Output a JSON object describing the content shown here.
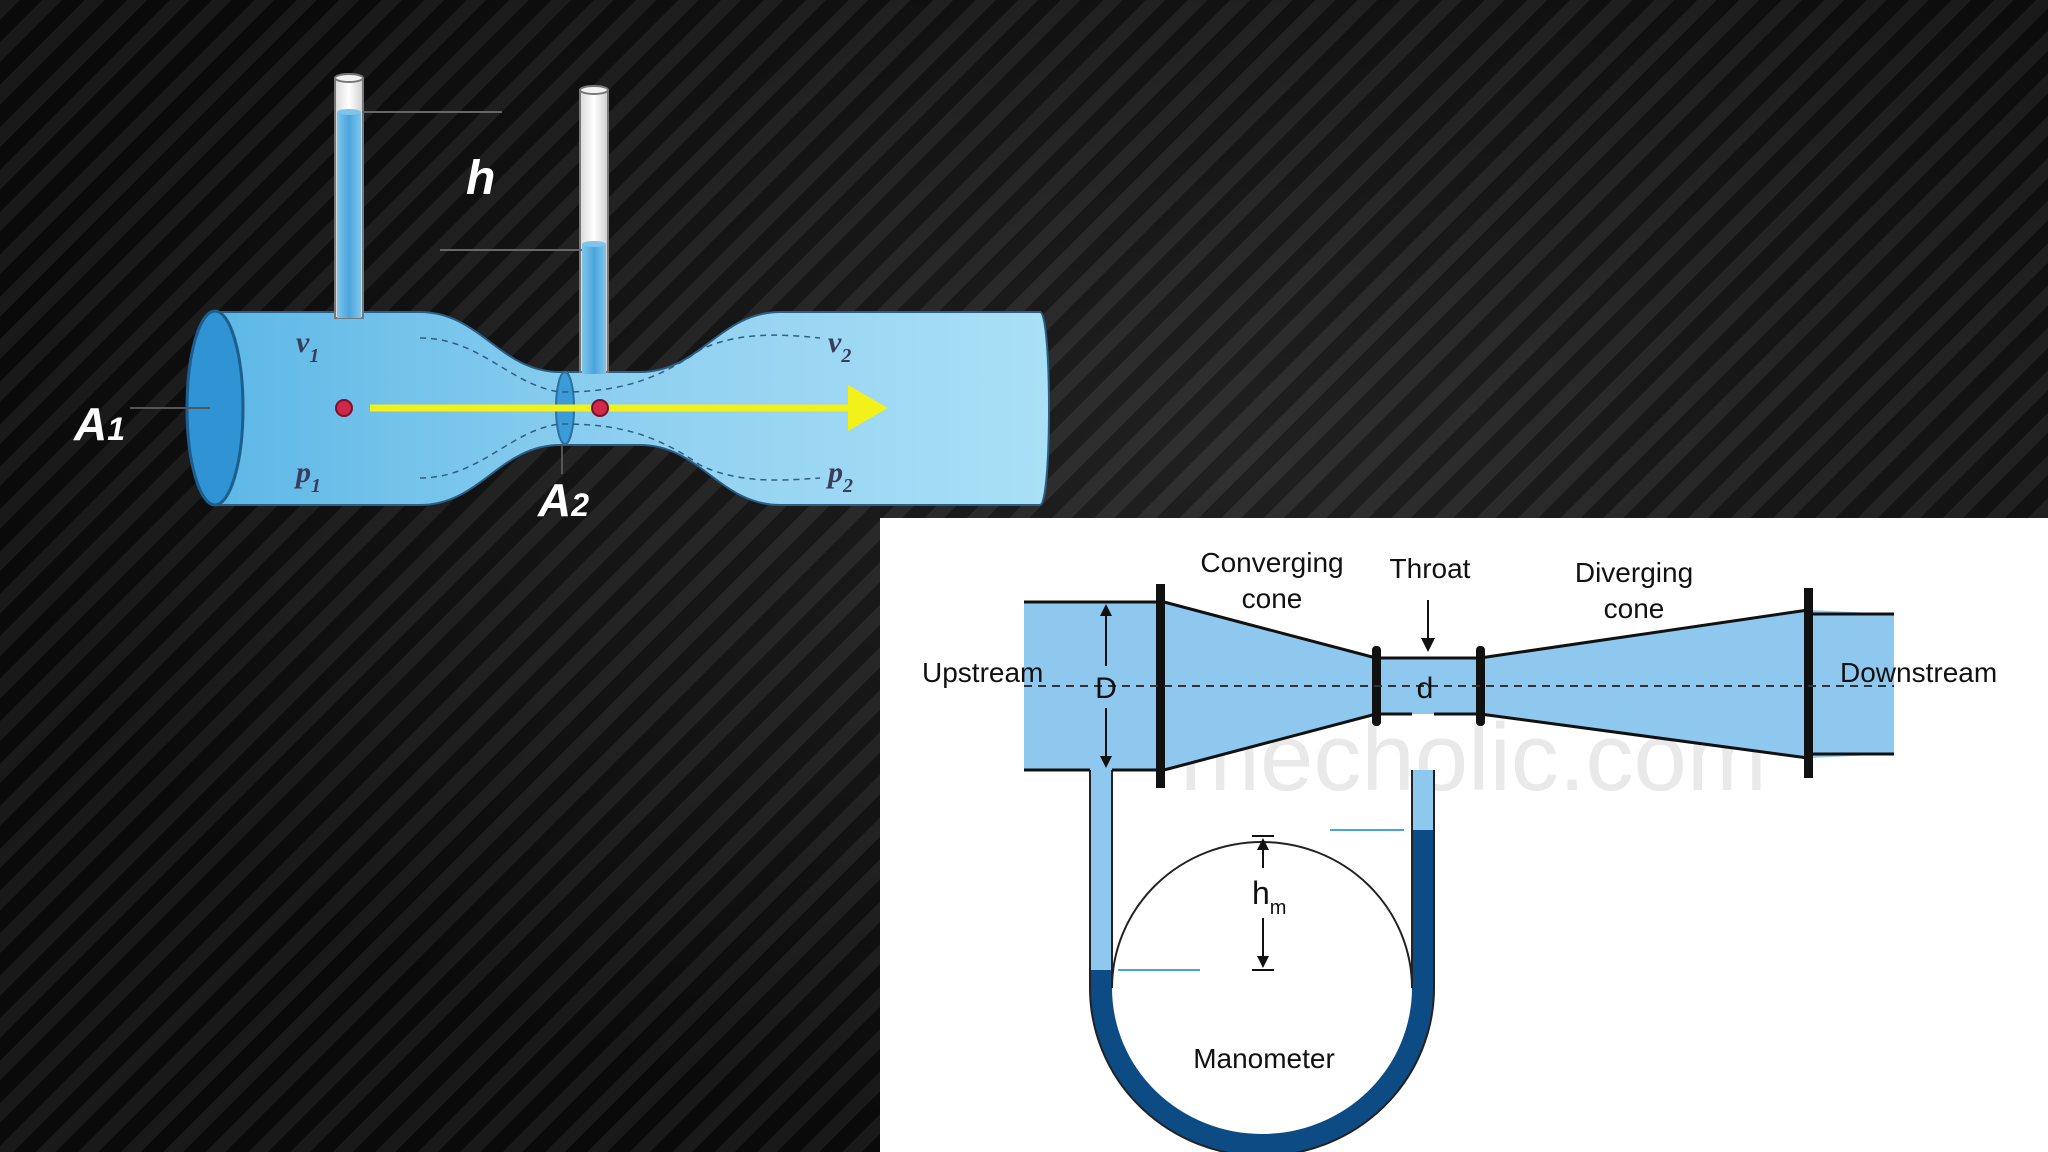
{
  "bernoulli_diagram": {
    "label_h": "h",
    "label_v1": "v",
    "label_v1_sub": "1",
    "label_v2": "v",
    "label_v2_sub": "2",
    "label_p1": "p",
    "label_p1_sub": "1",
    "label_p2": "p",
    "label_p2_sub": "2",
    "label_A1": "A",
    "label_A1_sub": "1",
    "label_A2": "A",
    "label_A2_sub": "2"
  },
  "venturi_diagram": {
    "label_converging_1": "Converging",
    "label_converging_2": "cone",
    "label_throat": "Throat",
    "label_diverging_1": "Diverging",
    "label_diverging_2": "cone",
    "label_upstream": "Upstream",
    "label_downstream": "Downstream",
    "label_D": "D",
    "label_d": "d",
    "label_hm": "h",
    "label_hm_sub": "m",
    "label_manometer": "Manometer",
    "watermark": "mecholic.com"
  },
  "colors": {
    "pipe_light": "#9dd7f2",
    "pipe_dark": "#4aa9dc",
    "venturi_fluid": "#8ec8ef",
    "manometer_fluid": "#0d4b84",
    "flow_arrow": "#f2f21a"
  }
}
